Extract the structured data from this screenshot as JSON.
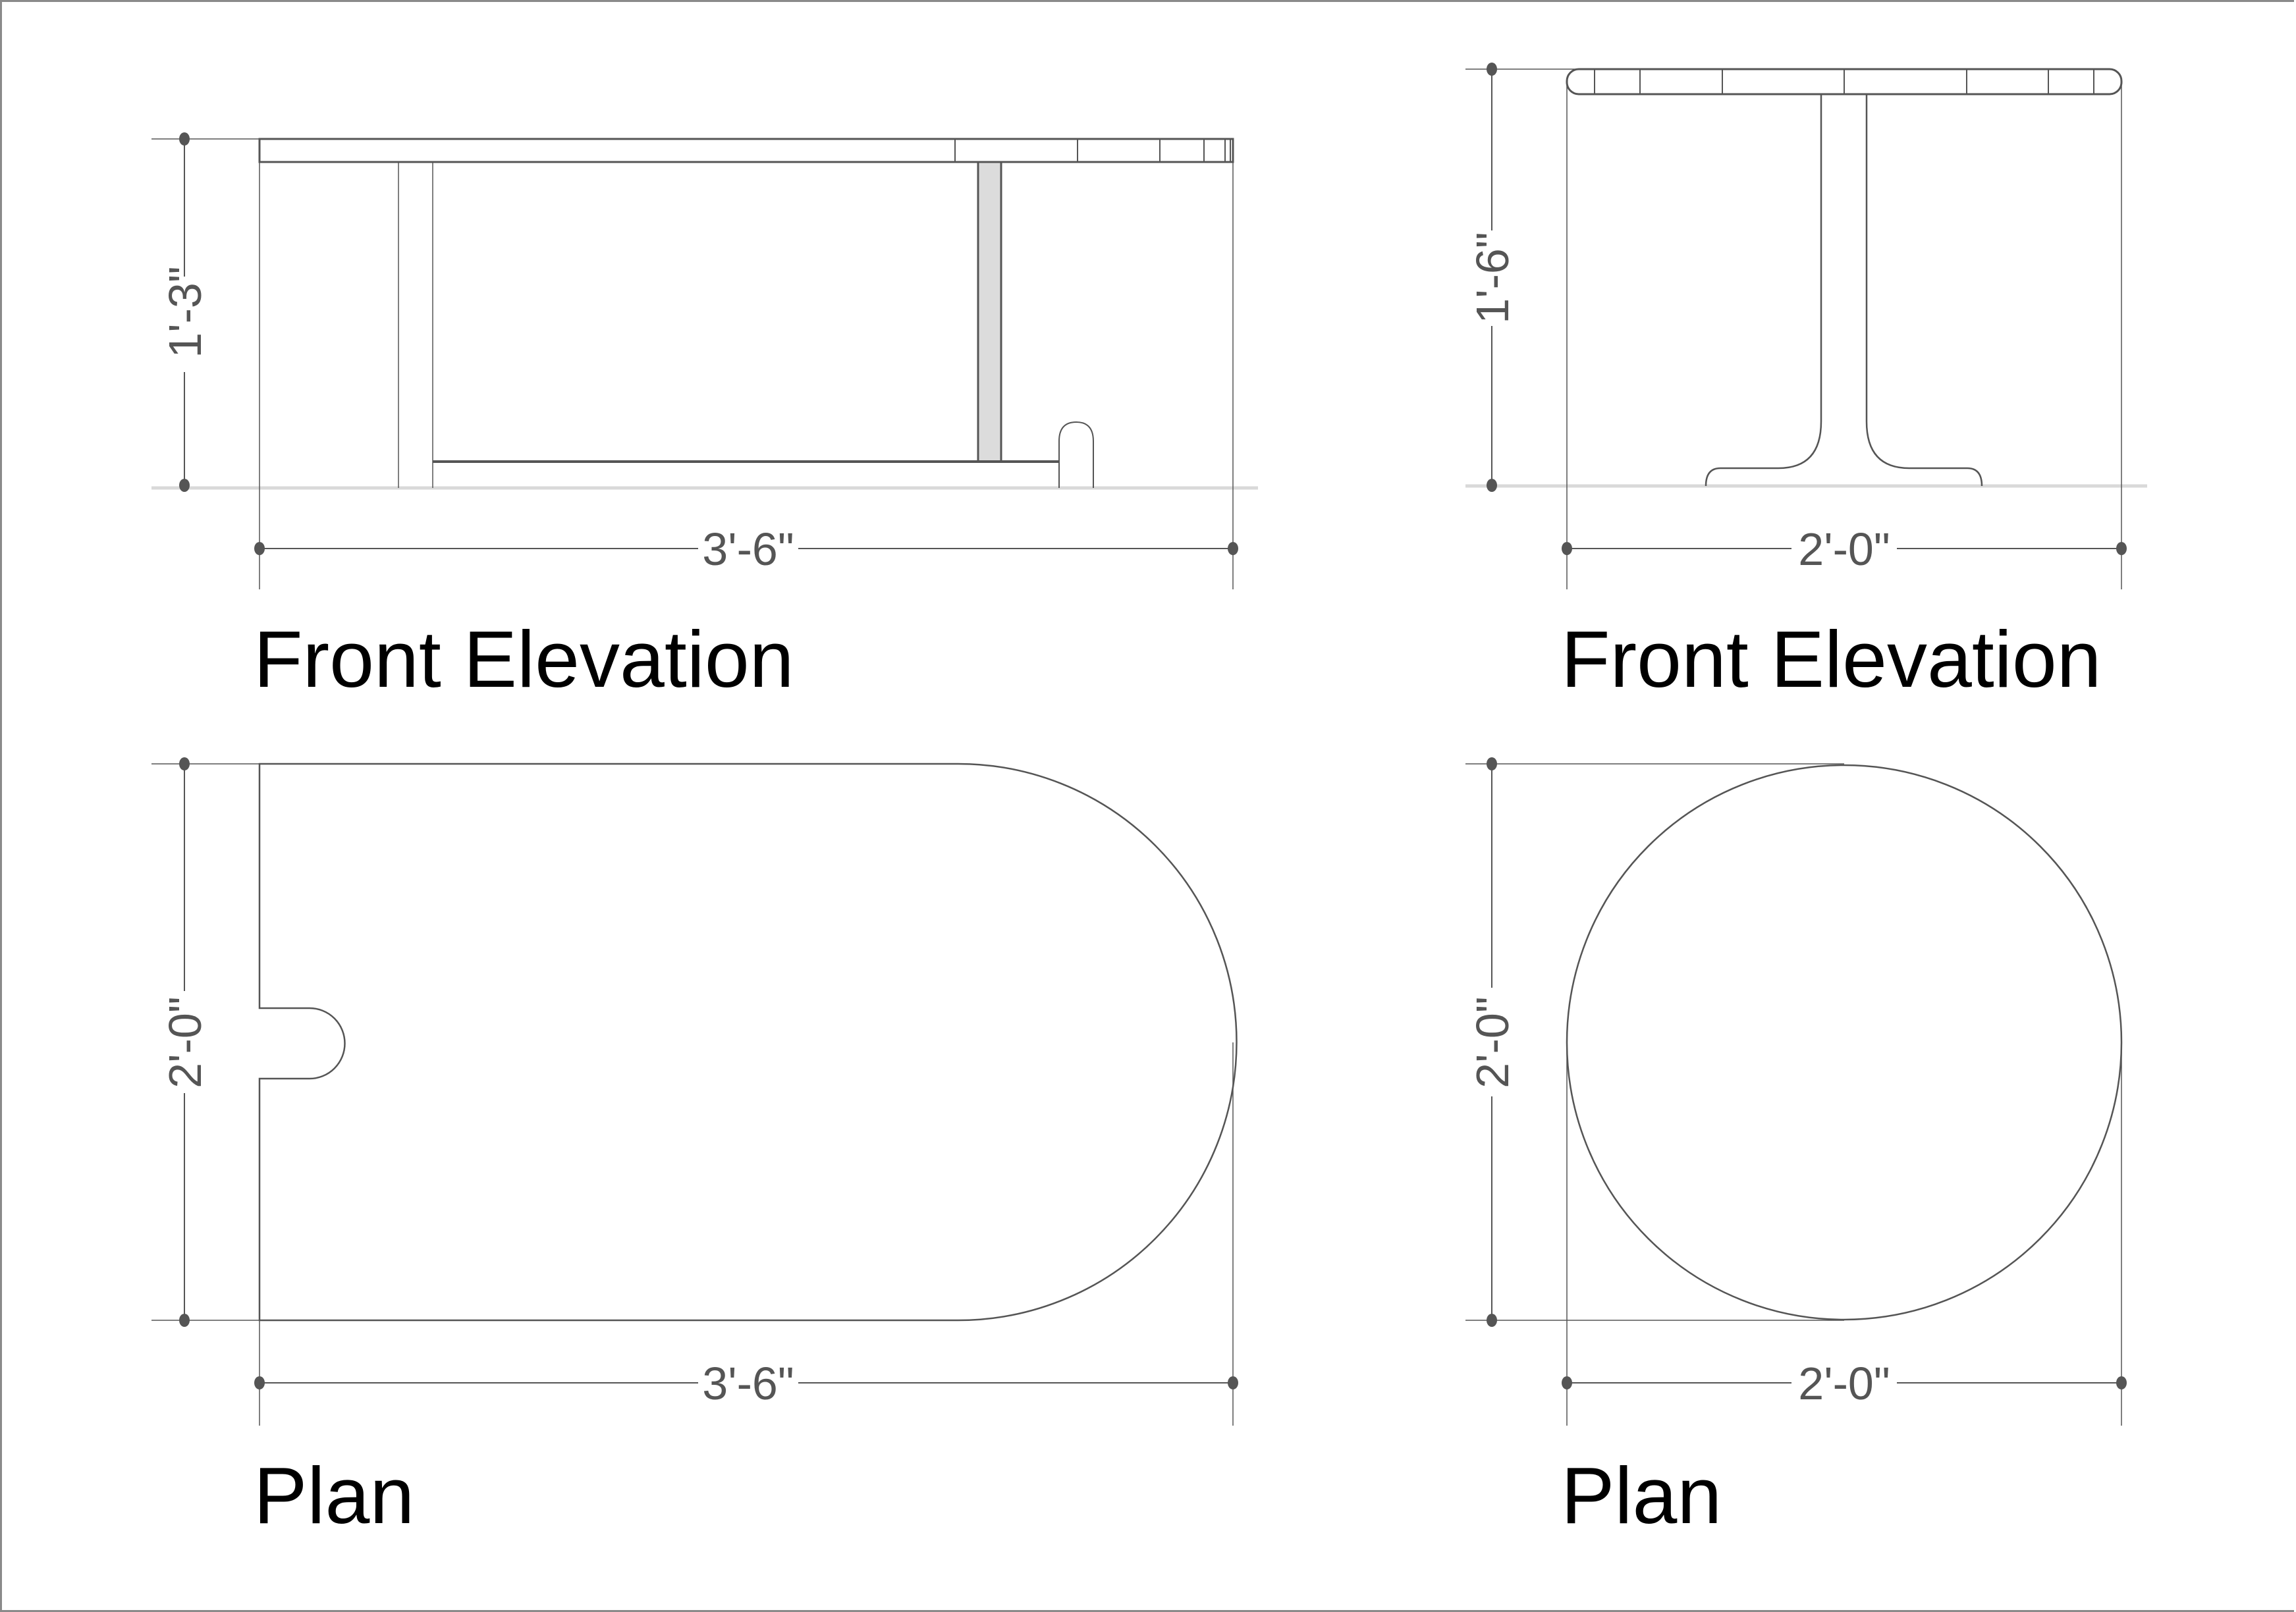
{
  "drawings": [
    {
      "id": "left-front-elevation",
      "title": "Front Elevation",
      "height_dim": "1'-3\"",
      "width_dim": "3'-6\""
    },
    {
      "id": "right-front-elevation",
      "title": "Front Elevation",
      "height_dim": "1'-6\"",
      "width_dim": "2'-0\""
    },
    {
      "id": "left-plan",
      "title": "Plan",
      "height_dim": "2'-0\"",
      "width_dim": "3'-6\""
    },
    {
      "id": "right-plan",
      "title": "Plan",
      "height_dim": "2'-0\"",
      "width_dim": "2'-0\""
    }
  ],
  "colors": {
    "line": "#555555",
    "ground": "#d9d9d9",
    "leg_fill": "#dcdcdc",
    "border": "#8a8a8a"
  }
}
